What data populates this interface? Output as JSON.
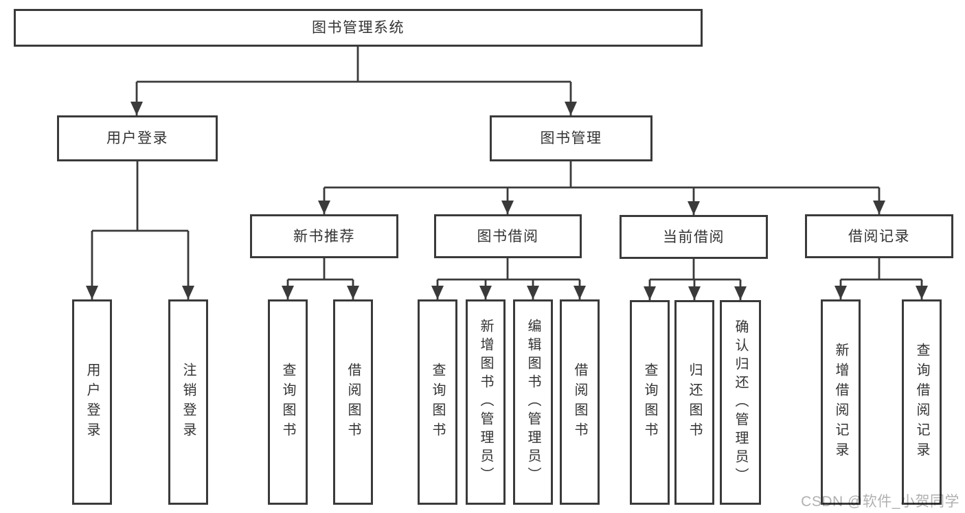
{
  "diagram": {
    "root": "图书管理系统",
    "level2": {
      "user_login": "用户登录",
      "book_management": "图书管理"
    },
    "level3": {
      "new_book_recommend": "新书推荐",
      "book_borrow": "图书借阅",
      "current_borrow": "当前借阅",
      "borrow_records": "借阅记录"
    },
    "leaves": {
      "login": "用户登录",
      "logout": "注销登录",
      "nb_query": "查询图书",
      "nb_borrow": "借阅图书",
      "bb_query": "查询图书",
      "bb_add": "新增图书（管理员）",
      "bb_edit": "编辑图书（管理员）",
      "bb_borrow": "借阅图书",
      "cb_query": "查询图书",
      "cb_return": "归还图书",
      "cb_confirm": "确认归还（管理员）",
      "br_add": "新增借阅记录",
      "br_query": "查询借阅记录"
    }
  },
  "watermark": "CSDN @软件_小贺同学",
  "colors": {
    "line": "#3a3a3a",
    "text": "#333333",
    "watermark": "#b0b0b0",
    "background": "#ffffff"
  }
}
